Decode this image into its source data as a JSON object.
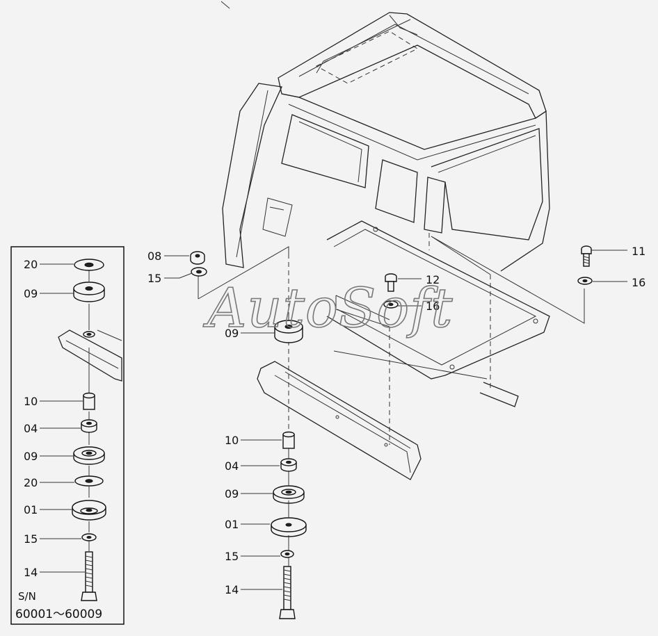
{
  "watermark": "AutoSoft",
  "inset": {
    "serial_label": "S/N",
    "serial_range": "60001～60009",
    "callouts": [
      {
        "number": "20",
        "name": "callout-20"
      },
      {
        "number": "09",
        "name": "callout-09"
      },
      {
        "number": "10",
        "name": "callout-10"
      },
      {
        "number": "04",
        "name": "callout-04"
      },
      {
        "number": "09",
        "name": "callout-09"
      },
      {
        "number": "20",
        "name": "callout-20"
      },
      {
        "number": "01",
        "name": "callout-01"
      },
      {
        "number": "15",
        "name": "callout-15"
      },
      {
        "number": "14",
        "name": "callout-14"
      }
    ]
  },
  "main": {
    "callouts": [
      {
        "number": "08"
      },
      {
        "number": "15"
      },
      {
        "number": "09"
      },
      {
        "number": "12"
      },
      {
        "number": "16"
      },
      {
        "number": "11"
      },
      {
        "number": "16"
      },
      {
        "number": "10"
      },
      {
        "number": "04"
      },
      {
        "number": "09"
      },
      {
        "number": "01"
      },
      {
        "number": "15"
      },
      {
        "number": "14"
      }
    ]
  }
}
